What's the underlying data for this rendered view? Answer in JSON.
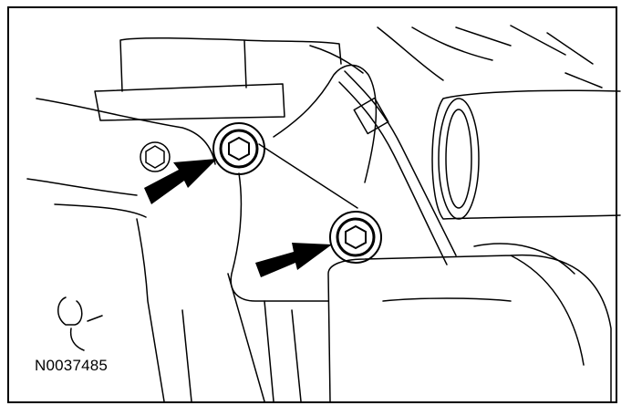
{
  "figure": {
    "reference_number": "N0037485",
    "line_color": "#000000",
    "background_color": "#ffffff",
    "callouts": [
      {
        "icon": "arrow-icon",
        "target": "upper-hex-bolt"
      },
      {
        "icon": "arrow-icon",
        "target": "lower-hex-bolt"
      }
    ]
  }
}
